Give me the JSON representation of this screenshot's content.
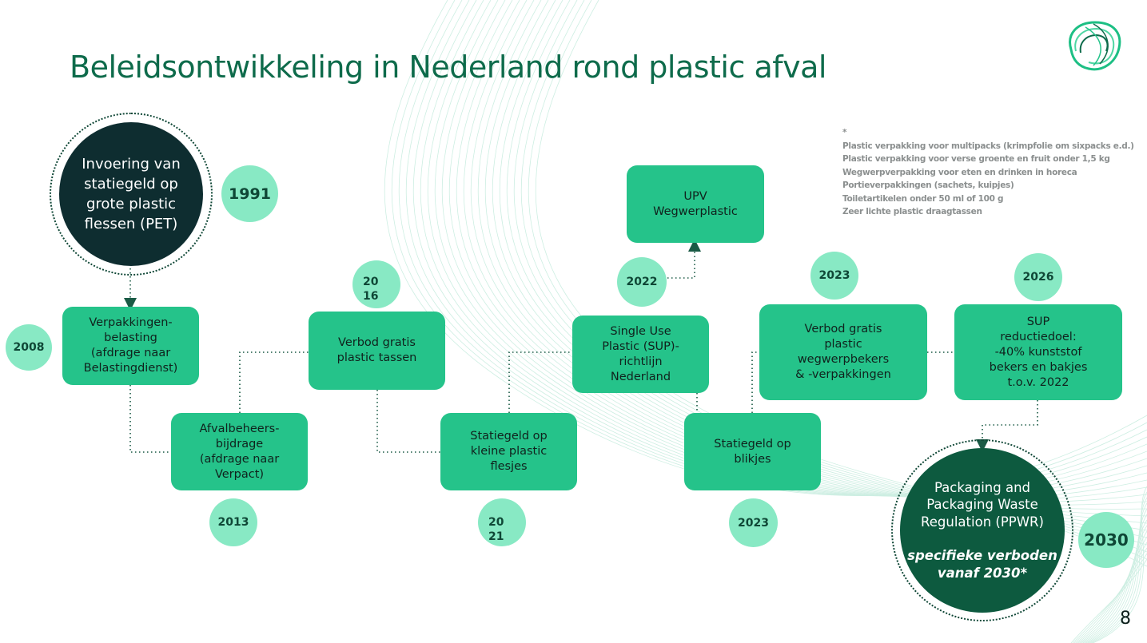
{
  "slide": {
    "title": "Beleidsontwikkeling in Nederland rond plastic afval",
    "page_number": "8",
    "colors": {
      "title": "#0e6b4b",
      "box": "#25c38a",
      "year_badge": "#88e9c4",
      "dark_circle": "#0e2d30",
      "ppwr_circle": "#0d5a3f",
      "connector": "#1a5a45"
    }
  },
  "start": {
    "label_lines": [
      "Invoering van",
      "statiegeld op",
      "grote plastic",
      "flessen (PET)"
    ],
    "year": "1991"
  },
  "milestones": {
    "m2008": {
      "lines": [
        "Verpakkingen-",
        "belasting",
        "(afdrage  naar",
        "Belastingdienst)"
      ],
      "year": "2008"
    },
    "m2013": {
      "lines": [
        "Afvalbeheers-",
        "bijdrage",
        "(afdrage naar",
        "Verpact)"
      ],
      "year": "2013"
    },
    "m2016": {
      "lines": [
        "Verbod gratis",
        "plastic tassen"
      ],
      "year": "2016"
    },
    "m2021": {
      "lines": [
        "Statiegeld op",
        "kleine plastic",
        "flesjes"
      ],
      "year": "2021"
    },
    "m2022": {
      "lines": [
        "Single Use",
        "Plastic (SUP)-",
        "richtlijn",
        "Nederland"
      ],
      "year": "2022"
    },
    "upv": {
      "lines": [
        "UPV",
        "Wegwerplastic"
      ]
    },
    "m2023a": {
      "lines": [
        "Statiegeld op",
        "blikjes"
      ],
      "year": "2023"
    },
    "m2023b": {
      "lines": [
        "Verbod gratis",
        "plastic",
        "wegwerpbekers",
        "& -verpakkingen"
      ],
      "year": "2023"
    },
    "m2026": {
      "lines": [
        "SUP",
        "reductiedoel:",
        "-40% kunststof",
        "bekers en bakjes",
        "t.o.v. 2022"
      ],
      "year": "2026"
    }
  },
  "ppwr": {
    "lines": [
      "Packaging and",
      "Packaging Waste",
      "Regulation (PPWR)"
    ],
    "emphasis_lines": [
      "specifieke verboden",
      "vanaf 2030*"
    ],
    "year": "2030"
  },
  "footnote": {
    "marker": "*",
    "items": [
      "Plastic verpakking voor multipacks (krimpfolie om sixpacks e.d.)",
      "Plastic verpakking voor verse groente en fruit onder 1,5 kg",
      "Wegwerpverpakking voor eten en drinken  in horeca",
      "Portieverpakkingen (sachets, kuipjes)",
      "Toiletartikelen onder 50 ml of 100 g",
      "Zeer lichte plastic draagtassen"
    ]
  }
}
